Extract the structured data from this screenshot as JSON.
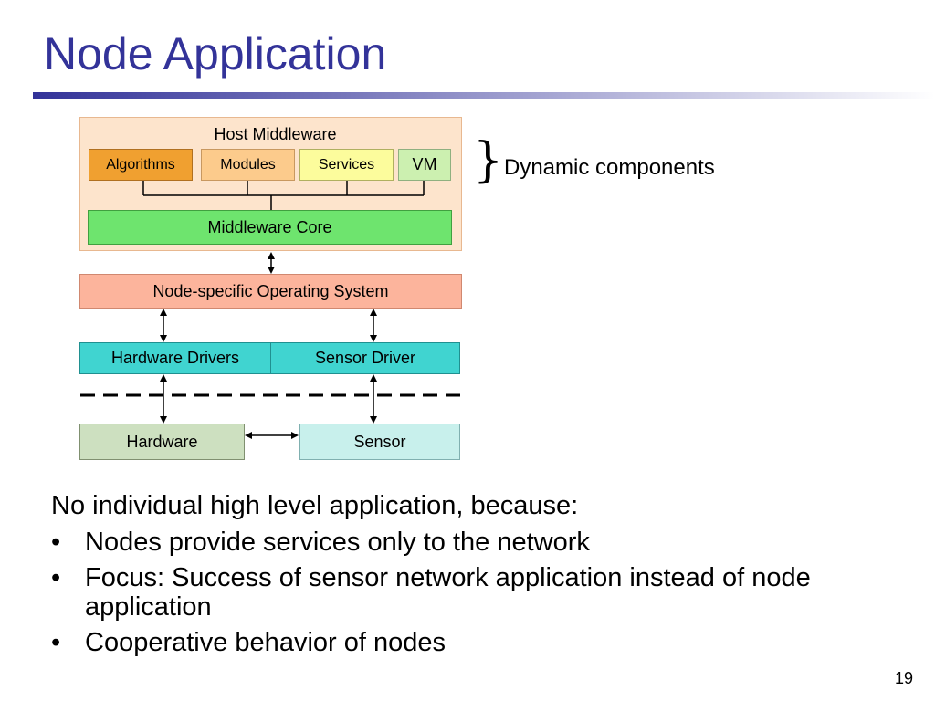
{
  "slide": {
    "title": "Node Application",
    "page_number": "19"
  },
  "diagram": {
    "host_middleware": {
      "label": "Host Middleware",
      "components": [
        {
          "label": "Algorithms",
          "color": "#f0a030"
        },
        {
          "label": "Modules",
          "color": "#fccb8c"
        },
        {
          "label": "Services",
          "color": "#fcfc9c"
        },
        {
          "label": "VM",
          "color": "#ccf0b0"
        }
      ],
      "core_label": "Middleware Core",
      "core_color": "#6ee46e"
    },
    "dynamic_components_label": "Dynamic components",
    "os_label": "Node-specific Operating System",
    "os_color": "#fcb49c",
    "drivers": [
      {
        "label": "Hardware Drivers"
      },
      {
        "label": "Sensor Driver"
      }
    ],
    "drivers_color": "#40d4d0",
    "hardware_label": "Hardware",
    "hardware_color": "#cde0c0",
    "sensor_label": "Sensor",
    "sensor_color": "#c8f0ec"
  },
  "body": {
    "lead": "No individual high level application, because:",
    "bullets": [
      "Nodes provide services only to the network",
      "Focus: Success of sensor network application instead of node application",
      "Cooperative behavior of nodes"
    ]
  }
}
